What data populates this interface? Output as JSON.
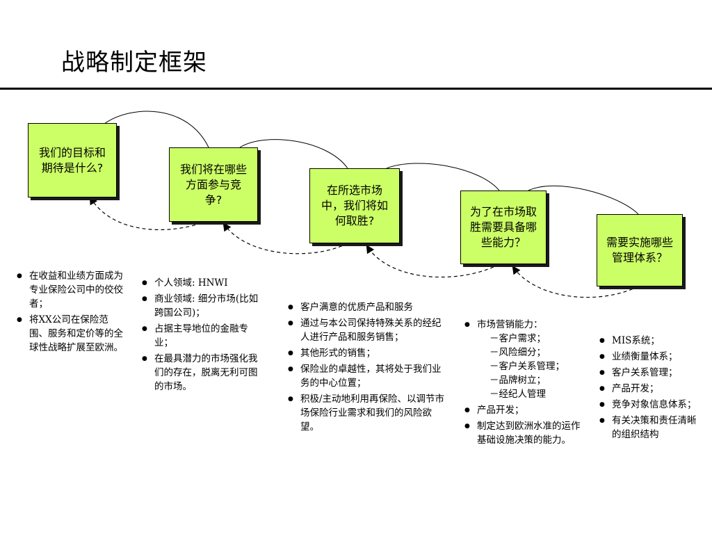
{
  "title": "战略制定框架",
  "colors": {
    "box_fill": "#ccff66",
    "rule": "#000000"
  },
  "steps": [
    {
      "label": "我们的目标和期待是什么?"
    },
    {
      "label": "我们将在哪些方面参与竞争?"
    },
    {
      "label": "在所选市场中，我们将如何取胜?"
    },
    {
      "label": "为了在市场取胜需要具备哪些能力？"
    },
    {
      "label": "需要实施哪些管理体系？"
    }
  ],
  "columns": [
    {
      "items": [
        {
          "text": "在收益和业绩方面成为专业保险公司中的佼佼者；"
        },
        {
          "text": "将XX公司在保险范围、服务和定价等的全球性战略扩展至欧洲。"
        }
      ]
    },
    {
      "items": [
        {
          "text": "个人领域: HNWI"
        },
        {
          "text": "商业领域: 细分市场(比如跨国公司)；"
        },
        {
          "text": "占据主导地位的金融专业；"
        },
        {
          "text": "在最具潜力的市场强化我们的存在，脱离无利可图的市场。"
        }
      ]
    },
    {
      "items": [
        {
          "text": "客户满意的优质产品和服务"
        },
        {
          "text": "通过与本公司保持特殊关系的经纪人进行产品和服务销售；"
        },
        {
          "text": "其他形式的销售；"
        },
        {
          "text": "保险业的卓越性，其将处于我们业务的中心位置；"
        },
        {
          "text": "积极/主动地利用再保险、以调节市场保险行业需求和我们的风险欲望。"
        }
      ]
    },
    {
      "items": [
        {
          "text": "市场营销能力：",
          "subs": [
            "－客户需求；",
            "－风险细分；",
            "－客户关系管理；",
            "－品牌树立；",
            "－经纪人管理"
          ]
        },
        {
          "text": "产品开发；"
        },
        {
          "text": "制定达到欧洲水准的运作基础设施决策的能力。"
        }
      ]
    },
    {
      "items": [
        {
          "text": "MIS系统；"
        },
        {
          "text": "业绩衡量体系；"
        },
        {
          "text": "客户关系管理；"
        },
        {
          "text": "产品开发；"
        },
        {
          "text": "竞争对象信息体系；"
        },
        {
          "text": "有关决策和责任清晰的组织结构"
        }
      ]
    }
  ]
}
